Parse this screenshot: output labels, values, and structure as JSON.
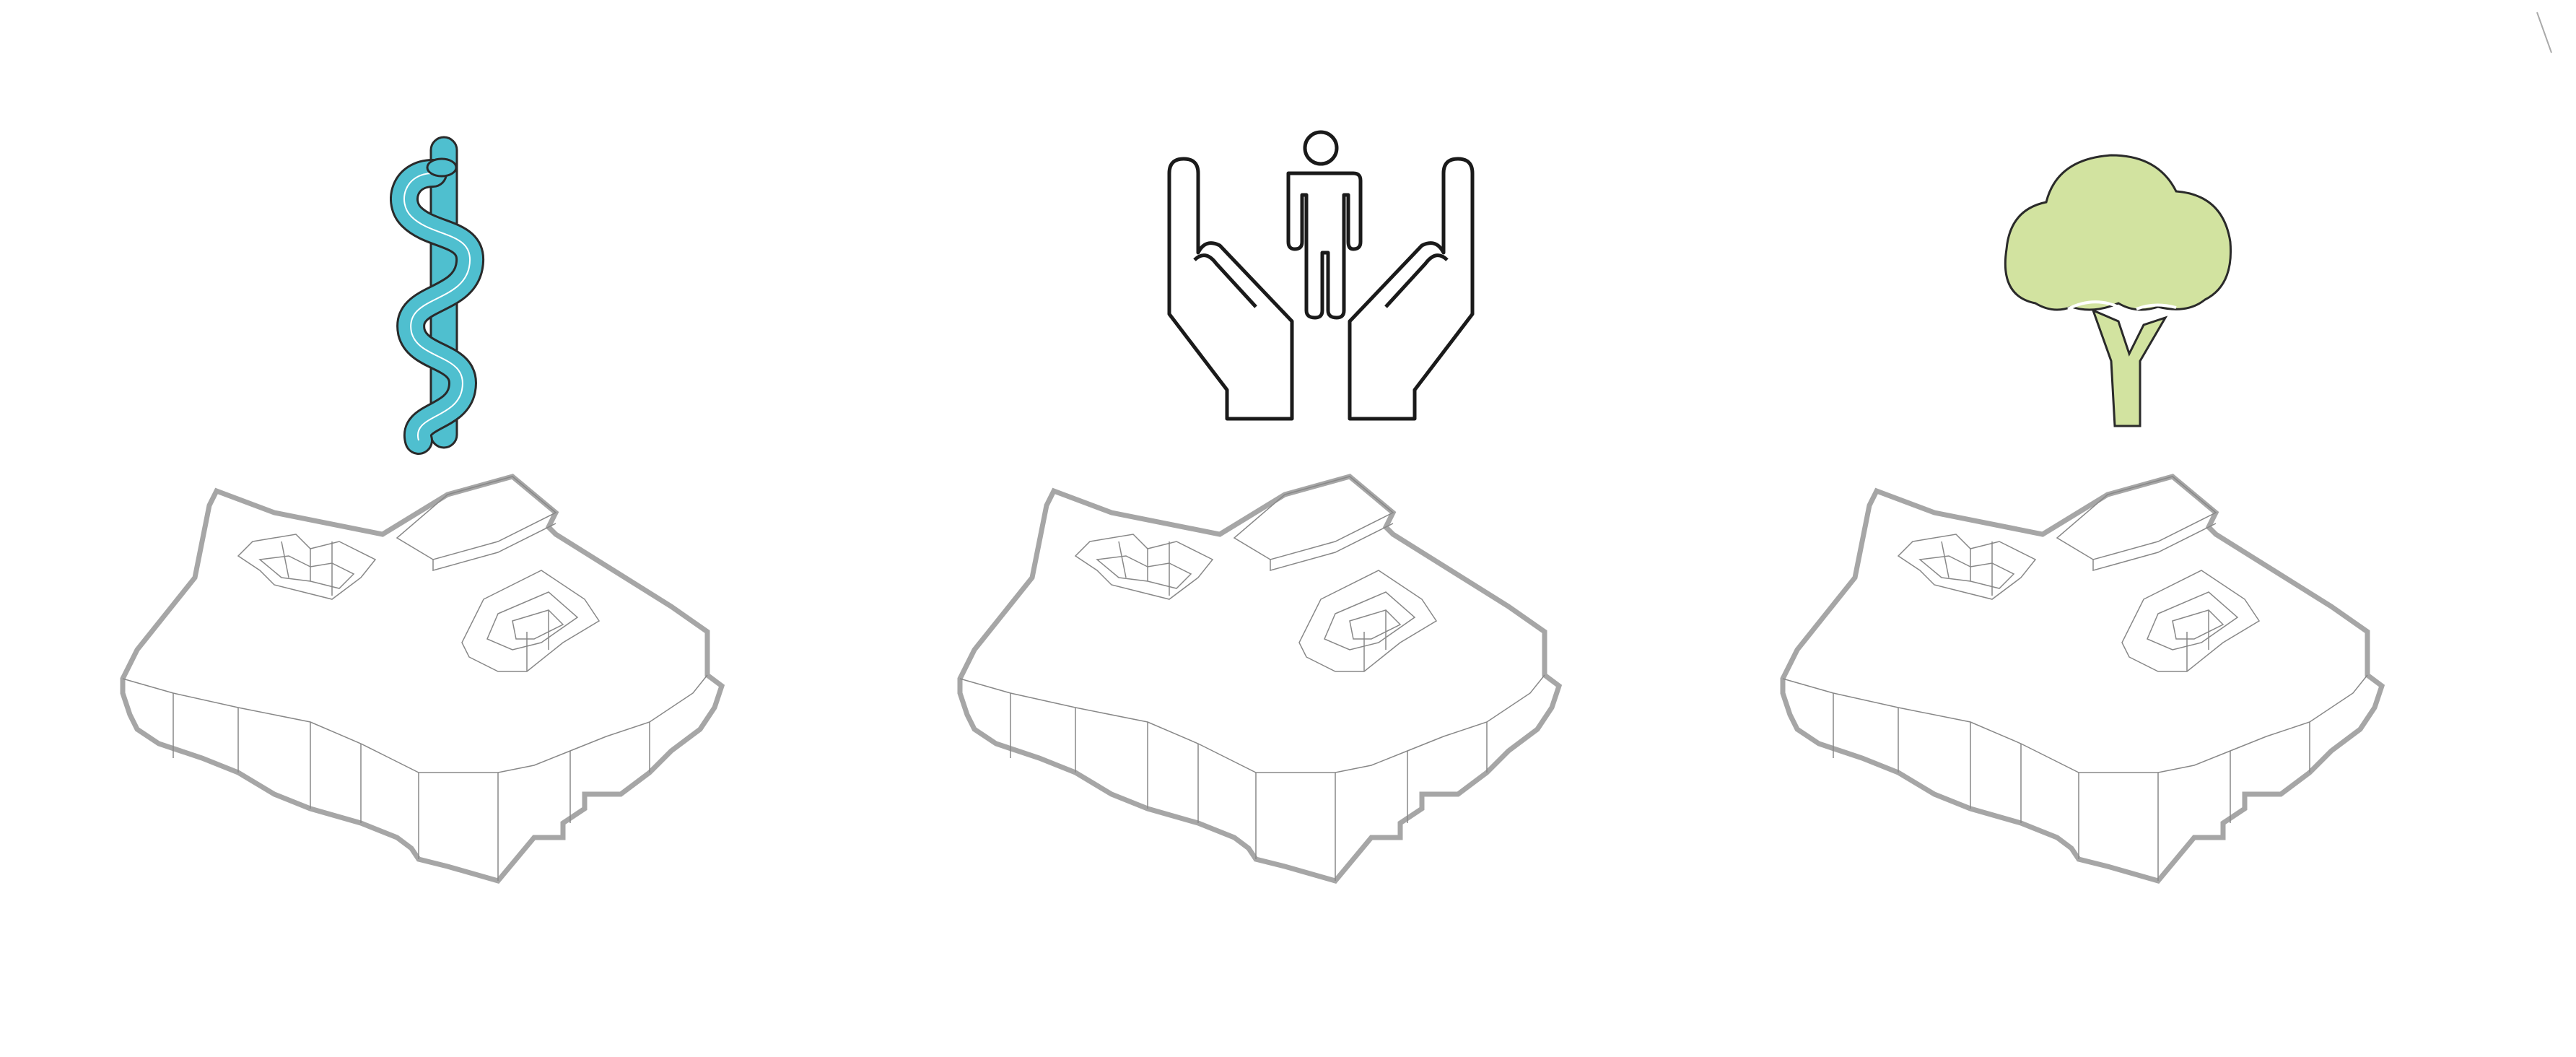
{
  "figure": {
    "panels": [
      {
        "id": "health",
        "icon": "rod-of-asclepius-icon",
        "icon_color": "#4fbfcf"
      },
      {
        "id": "care",
        "icon": "hands-holding-person-icon",
        "icon_color": "#ffffff"
      },
      {
        "id": "nature",
        "icon": "tree-icon",
        "icon_color": "#d2e3a0"
      }
    ],
    "building_outline_color": "#a6a6a6",
    "building_line_color": "#888888",
    "icon_stroke_color": "#1a1a1a"
  }
}
